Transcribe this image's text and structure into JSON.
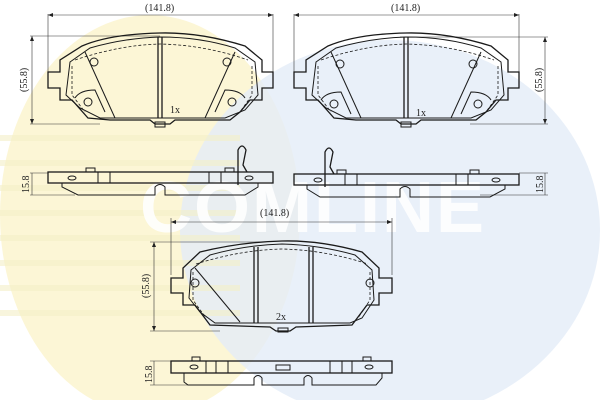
{
  "watermark": {
    "text": "COMLINE",
    "yellow": "#fbf3c8",
    "blue": "#e4ecf8"
  },
  "views": {
    "top_left": {
      "width_dim": "(141.8)",
      "height_dim": "(55.8)",
      "qty": "1x"
    },
    "top_right": {
      "width_dim": "(141.8)",
      "height_dim": "(55.8)",
      "qty": "1x"
    },
    "side_left": {
      "thickness_dim": "15.8"
    },
    "side_right": {
      "thickness_dim": "15.8"
    },
    "bottom": {
      "width_dim": "(141.8)",
      "height_dim": "(55.8)",
      "qty": "2x"
    },
    "side_bottom": {
      "thickness_dim": "15.8"
    }
  },
  "colors": {
    "line": "#1a1a1a",
    "background": "#ffffff"
  }
}
